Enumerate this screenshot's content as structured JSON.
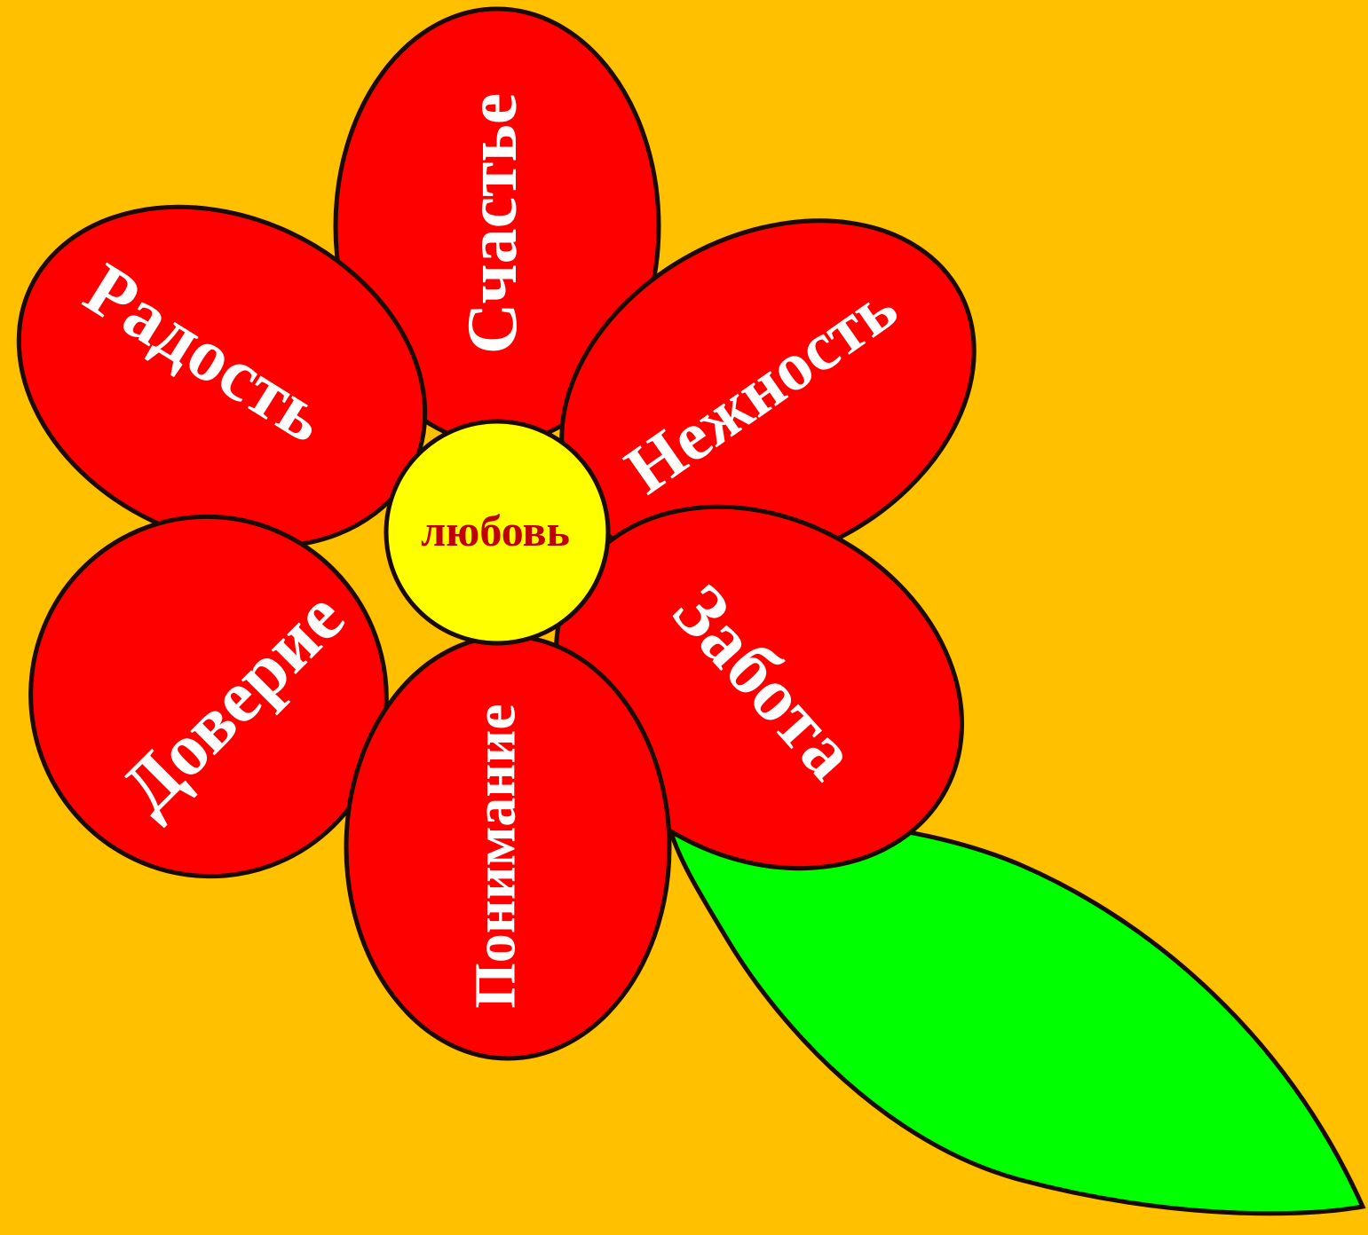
{
  "colors": {
    "background": "#FFC000",
    "petal": "#FF0000",
    "center": "#FFFF00",
    "center_text": "#C00000",
    "petal_text": "#FFFFFF",
    "leaf": "#00FF00",
    "outline": "#1A0A00"
  },
  "flower": {
    "center_word": "любовь",
    "petals": {
      "top": "Счастье",
      "upper_left": "Радость",
      "upper_right": "Нежность",
      "lower_left": "Доверие",
      "lower_right": "Забота",
      "bottom": "Понимание"
    }
  }
}
